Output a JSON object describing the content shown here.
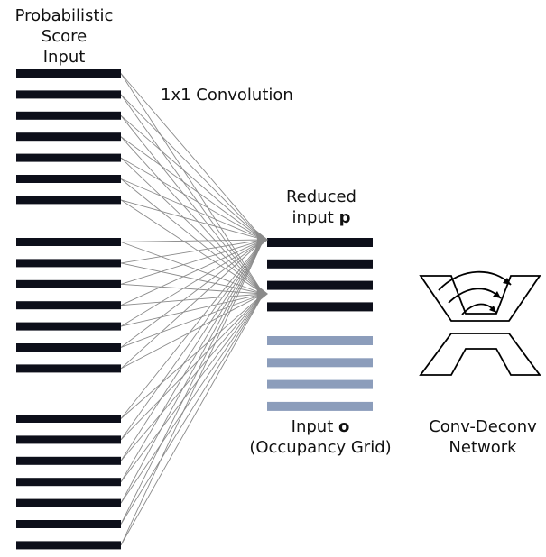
{
  "labels": {
    "score_input": [
      "Probabilistic",
      "Score",
      "Input"
    ],
    "conv": "1x1 Convolution",
    "reduced_line1": "Reduced",
    "reduced_line2_text": "input ",
    "reduced_line2_bold": "p",
    "occ_line1_text": "Input ",
    "occ_line1_bold": "o",
    "occ_line2": "(Occupancy Grid)",
    "network": [
      "Conv-Deconv",
      "Network"
    ]
  },
  "colors": {
    "score_bar": "#0d0f1a",
    "reduced_bar": "#0d0f1a",
    "occupancy_bar": "#8c9dbb",
    "connection": "#8a8a8a",
    "outline": "#000000"
  },
  "diagram": {
    "score_bar_groups": 3,
    "score_bars_per_group": 7,
    "reduced_bars": 4,
    "occupancy_bars": 4,
    "convolution_targets": 2
  }
}
